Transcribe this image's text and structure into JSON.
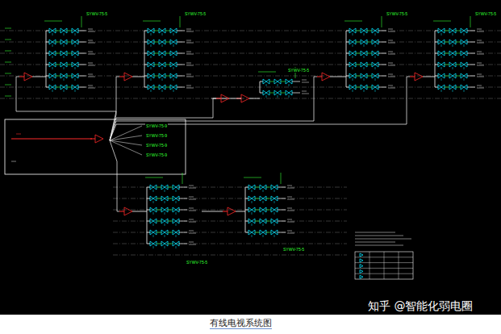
{
  "diagram": {
    "caption": "有线电视系统图",
    "labels": [
      "SYWV-75-5",
      "SYWV-75-5",
      "SYWV-75-5",
      "SYWV-75-5",
      "SYWV-75-5",
      "SYWV-75-5",
      "SYWV-75-5",
      "SYWV-75-9",
      "SYWV-75-9",
      "SYWV-75-9",
      "SYWV-75-9",
      "知乎 @智能化弱电圈"
    ]
  }
}
